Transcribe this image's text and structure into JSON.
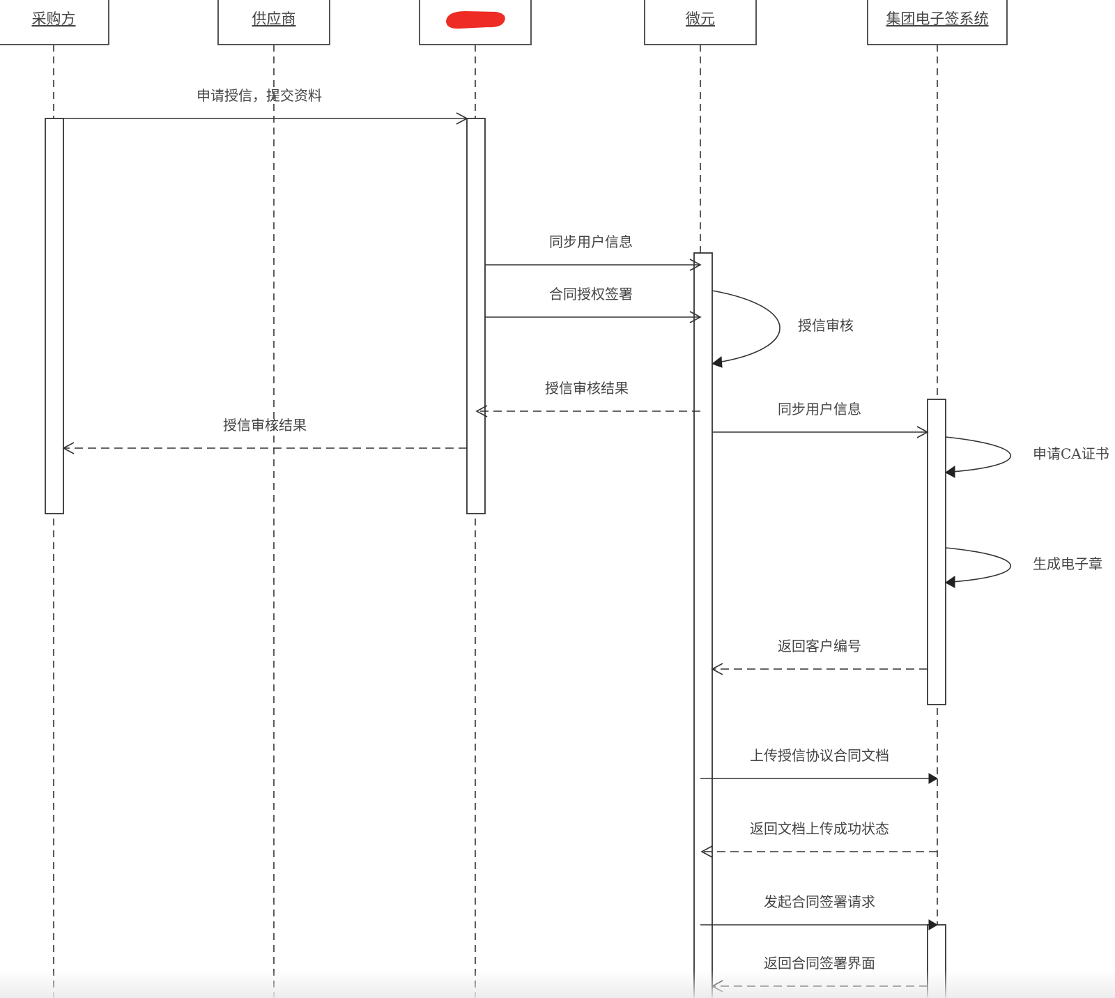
{
  "diagram": {
    "actors": [
      {
        "name": "采购方"
      },
      {
        "name": "供应商"
      },
      {
        "name": ""
      },
      {
        "name": "微元"
      },
      {
        "name": "集团电子签系统"
      }
    ],
    "messages": [
      {
        "label": "申请授信，提交资料",
        "from": "采购方",
        "to": "redacted",
        "style": "solid"
      },
      {
        "label": "同步用户信息",
        "from": "redacted",
        "to": "微元",
        "style": "solid"
      },
      {
        "label": "合同授权签署",
        "from": "redacted",
        "to": "微元",
        "style": "solid"
      },
      {
        "label": "授信审核",
        "from": "微元",
        "to": "微元",
        "style": "self"
      },
      {
        "label": "授信审核结果",
        "from": "微元",
        "to": "redacted",
        "style": "dashed"
      },
      {
        "label": "同步用户信息",
        "from": "微元",
        "to": "集团电子签系统",
        "style": "solid"
      },
      {
        "label": "授信审核结果",
        "from": "redacted",
        "to": "采购方",
        "style": "dashed"
      },
      {
        "label": "申请CA证书",
        "from": "集团电子签系统",
        "to": "集团电子签系统",
        "style": "self"
      },
      {
        "label": "生成电子章",
        "from": "集团电子签系统",
        "to": "集团电子签系统",
        "style": "self"
      },
      {
        "label": "返回客户编号",
        "from": "集团电子签系统",
        "to": "微元",
        "style": "dashed"
      },
      {
        "label": "上传授信协议合同文档",
        "from": "微元",
        "to": "集团电子签系统",
        "style": "solid"
      },
      {
        "label": "返回文档上传成功状态",
        "from": "集团电子签系统",
        "to": "微元",
        "style": "dashed"
      },
      {
        "label": "发起合同签署请求",
        "from": "微元",
        "to": "集团电子签系统",
        "style": "solid"
      },
      {
        "label": "返回合同签署界面",
        "from": "集团电子签系统",
        "to": "微元",
        "style": "dashed"
      }
    ]
  }
}
